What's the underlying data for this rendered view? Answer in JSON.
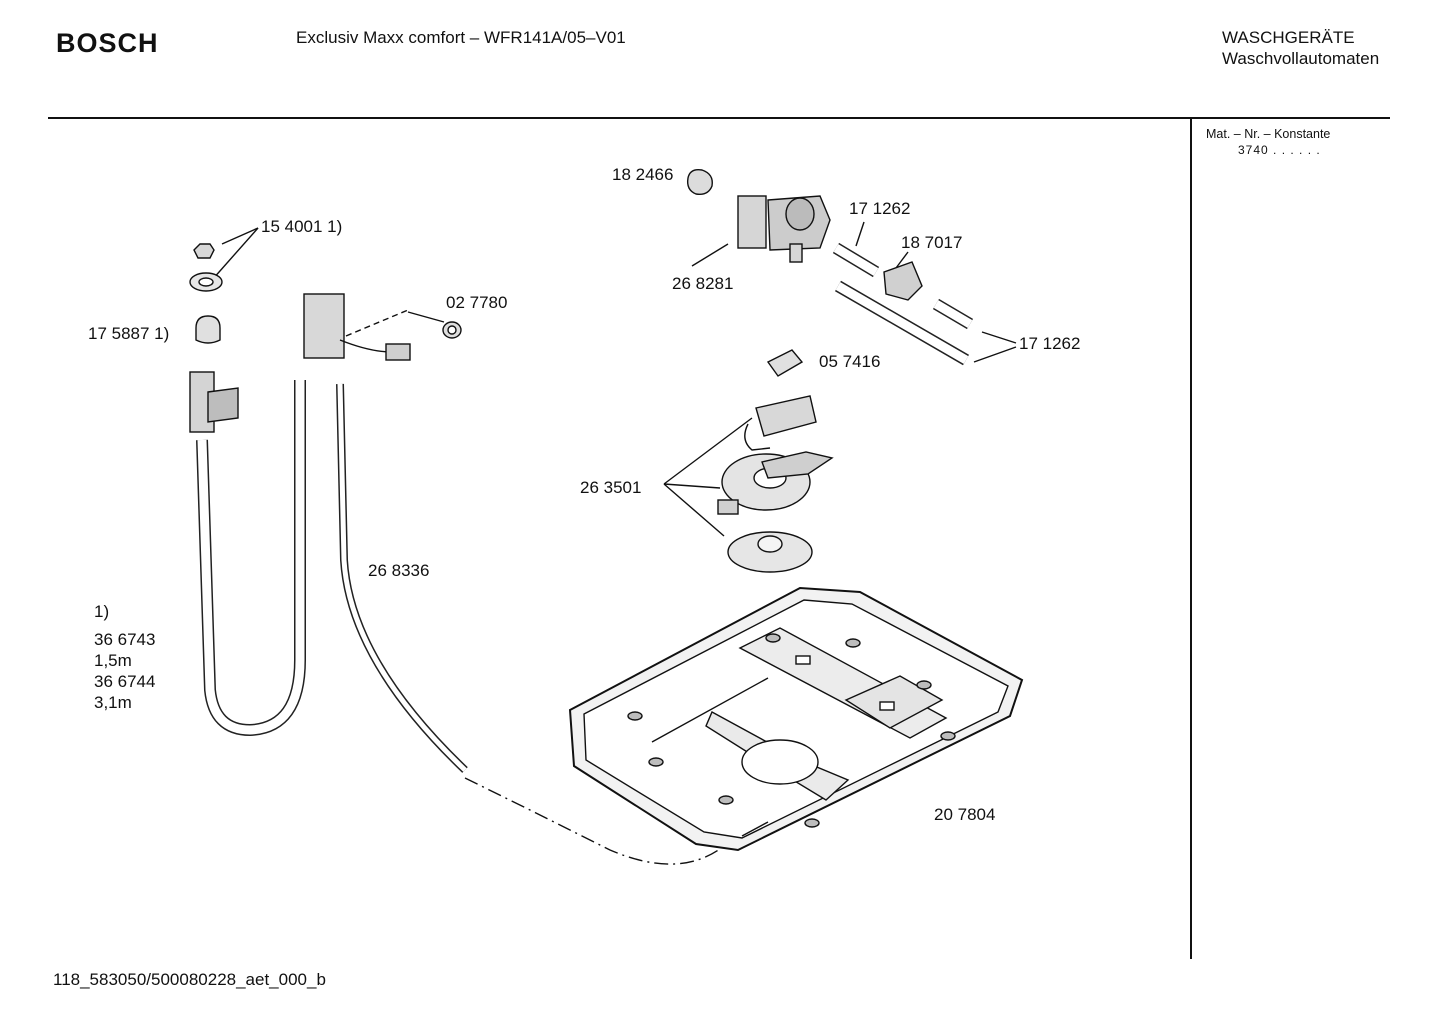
{
  "header": {
    "brand": "BOSCH",
    "model": "Exclusiv Maxx comfort – WFR141A/05–V01",
    "category_line1": "WASCHGERÄTE",
    "category_line2": "Waschvollautomaten"
  },
  "sidebar": {
    "mat_label": "Mat. – Nr. – Konstante",
    "mat_value": "3740 . .  . . . ."
  },
  "parts": [
    "15 4001 1)",
    "17 5887 1)",
    "02 7780",
    "18 2466",
    "26 8281",
    "17 1262",
    "18 7017",
    "17 1262",
    "05 7416",
    "26 3501",
    "26 8336",
    "20 7804"
  ],
  "note": [
    "1)",
    "36 6743",
    "1,5m",
    "36 6744",
    "3,1m"
  ],
  "footer": "118_583050/500080228_aet_000_b"
}
